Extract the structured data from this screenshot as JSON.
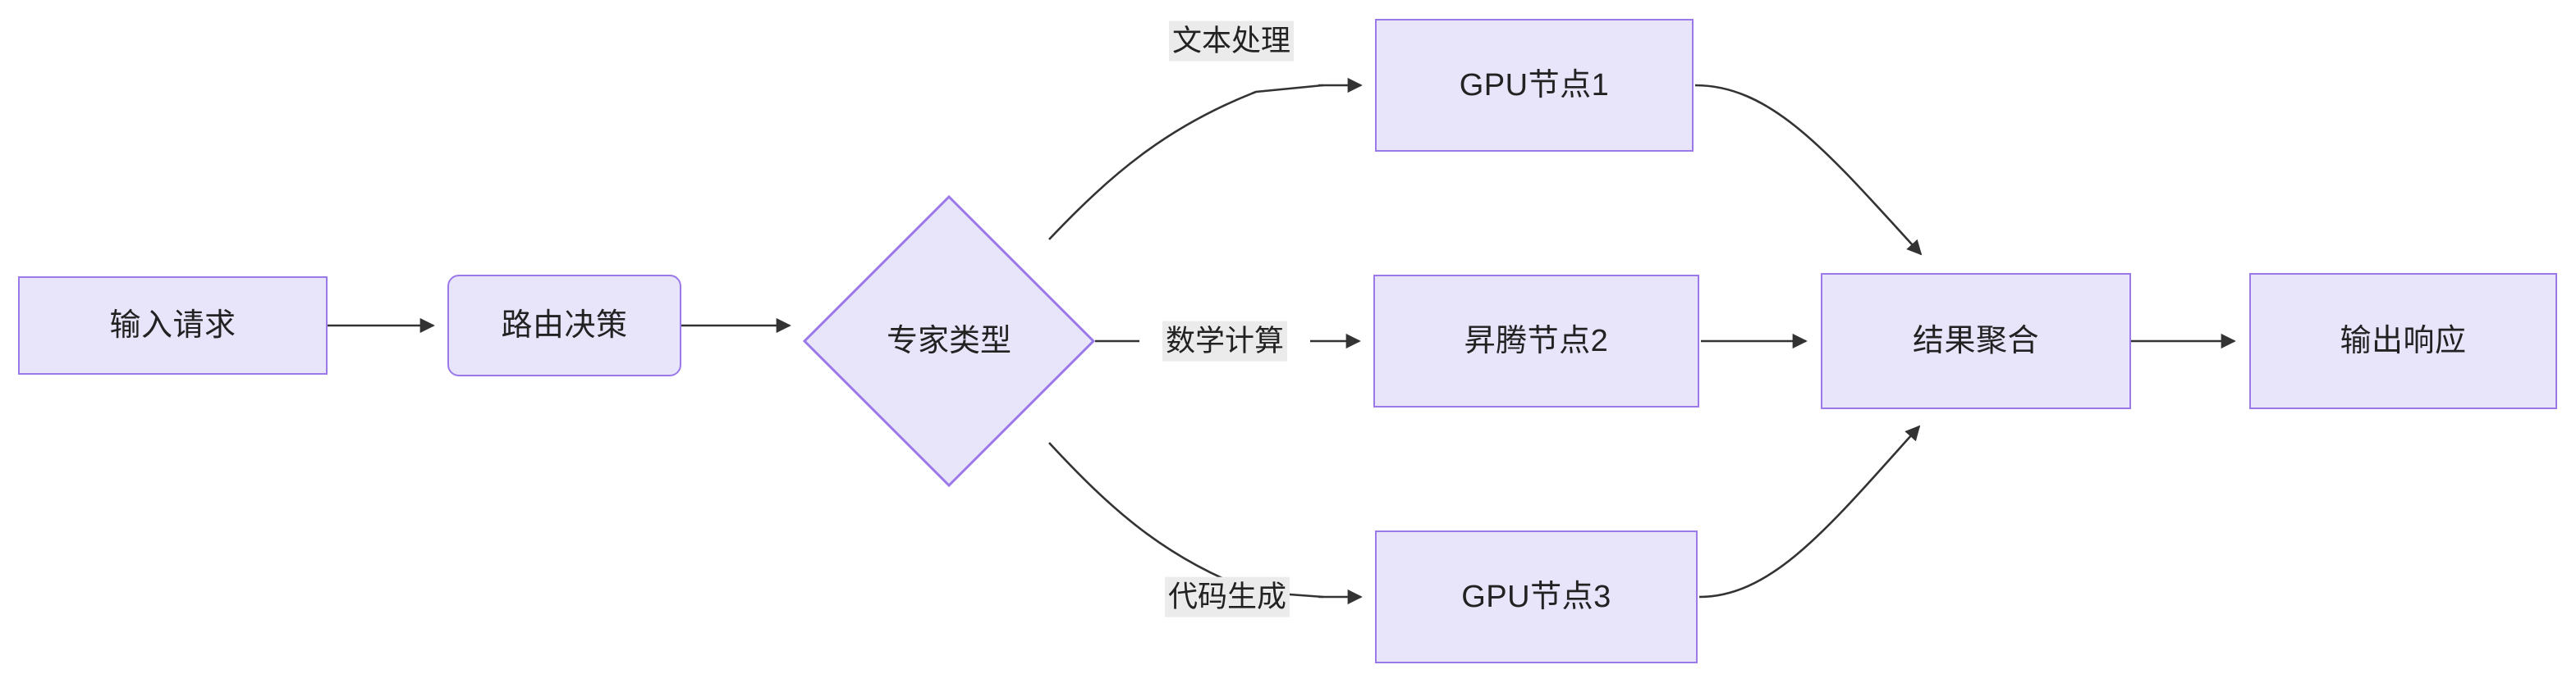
{
  "diagram": {
    "type": "flowchart",
    "direction": "left-to-right",
    "title": "",
    "colors": {
      "node_fill": "#e8e4fa",
      "node_border": "#9b79e8",
      "node_text": "#222222",
      "edge_stroke": "#333333",
      "edge_label_bg": "#ebebeb",
      "background": "#ffffff"
    },
    "nodes": [
      {
        "id": "input",
        "label": "输入请求",
        "shape": "rect"
      },
      {
        "id": "router",
        "label": "路由决策",
        "shape": "rounded-rect"
      },
      {
        "id": "expert",
        "label": "专家类型",
        "shape": "diamond"
      },
      {
        "id": "gpu1",
        "label": "GPU节点1",
        "shape": "rect"
      },
      {
        "id": "ascend2",
        "label": "昇腾节点2",
        "shape": "rect"
      },
      {
        "id": "gpu3",
        "label": "GPU节点3",
        "shape": "rect"
      },
      {
        "id": "aggregate",
        "label": "结果聚合",
        "shape": "rect"
      },
      {
        "id": "output",
        "label": "输出响应",
        "shape": "rect"
      }
    ],
    "edges": [
      {
        "from": "input",
        "to": "router",
        "label": ""
      },
      {
        "from": "router",
        "to": "expert",
        "label": ""
      },
      {
        "from": "expert",
        "to": "gpu1",
        "label": "文本处理"
      },
      {
        "from": "expert",
        "to": "ascend2",
        "label": "数学计算"
      },
      {
        "from": "expert",
        "to": "gpu3",
        "label": "代码生成"
      },
      {
        "from": "gpu1",
        "to": "aggregate",
        "label": ""
      },
      {
        "from": "ascend2",
        "to": "aggregate",
        "label": ""
      },
      {
        "from": "gpu3",
        "to": "aggregate",
        "label": ""
      },
      {
        "from": "aggregate",
        "to": "output",
        "label": ""
      }
    ],
    "edge_labels": {
      "text_processing": "文本处理",
      "math_compute": "数学计算",
      "code_generation": "代码生成"
    }
  }
}
